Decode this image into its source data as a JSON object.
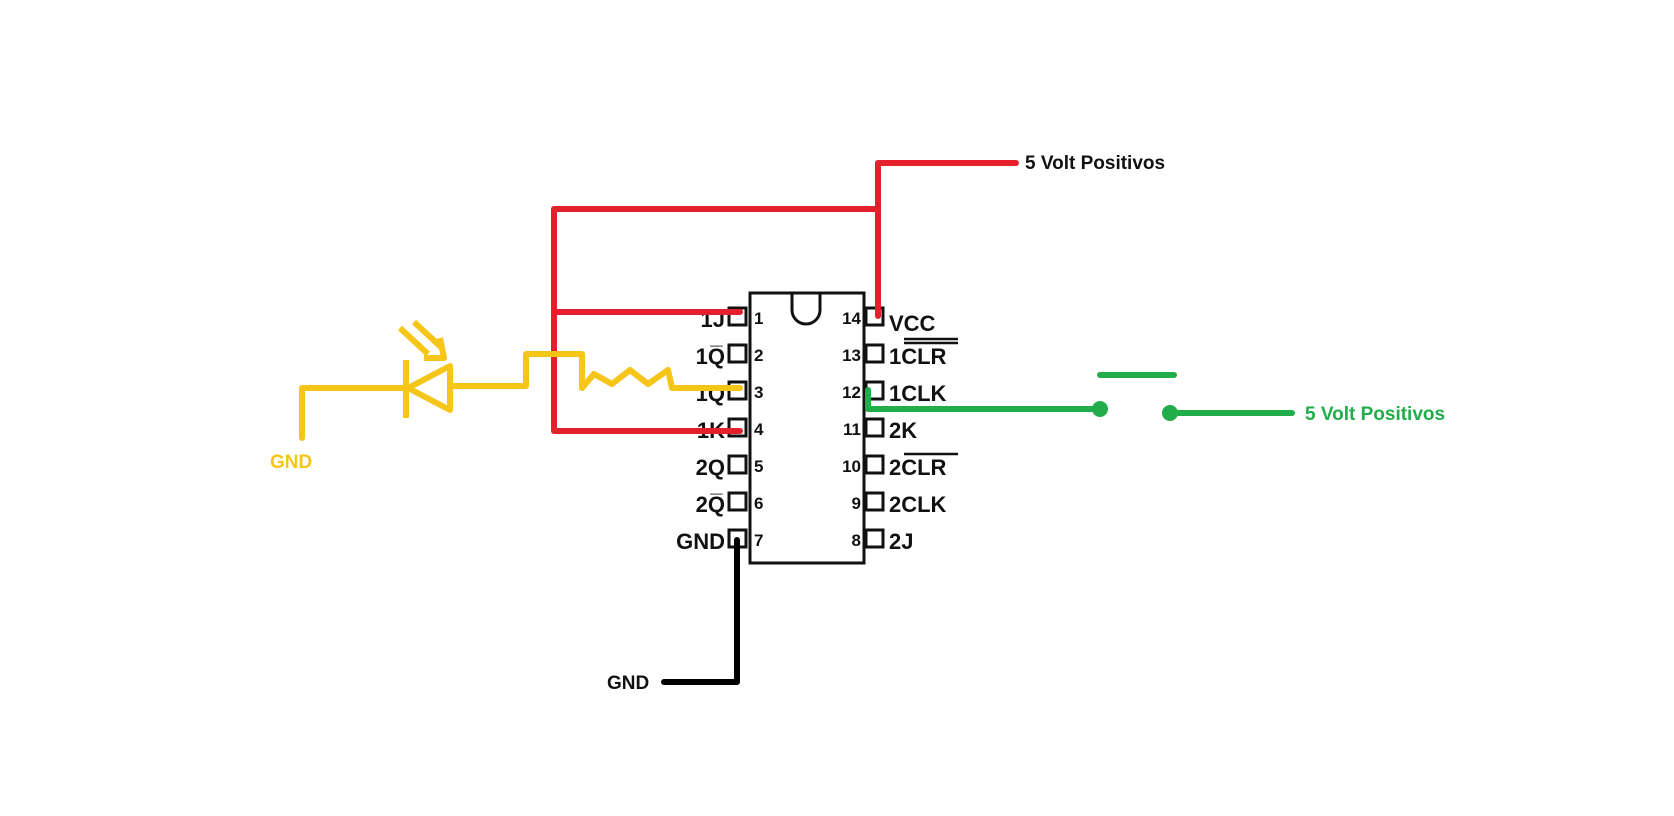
{
  "colors": {
    "vcc_wire": "#e3202b",
    "led_wire": "#f5c518",
    "switch_wire": "#22ad4b",
    "gnd_wire": "#000000",
    "ink": "#111111",
    "background": "#ffffff"
  },
  "labels": {
    "vcc_top": "5 Volt Positivos",
    "vcc_right": "5 Volt Positivos",
    "gnd_left": "GND",
    "gnd_bottom": "GND"
  },
  "chip": {
    "left_pins": [
      {
        "num": "1",
        "name": "1J"
      },
      {
        "num": "2",
        "name": "1Q̅"
      },
      {
        "num": "3",
        "name": "1Q"
      },
      {
        "num": "4",
        "name": "1K"
      },
      {
        "num": "5",
        "name": "2Q"
      },
      {
        "num": "6",
        "name": "2Q̅"
      },
      {
        "num": "7",
        "name": "GND"
      }
    ],
    "right_pins": [
      {
        "num": "14",
        "name": "VCC"
      },
      {
        "num": "13",
        "name": "1CLR"
      },
      {
        "num": "12",
        "name": "1CLK"
      },
      {
        "num": "11",
        "name": "2K"
      },
      {
        "num": "10",
        "name": "2CLR"
      },
      {
        "num": "9",
        "name": "2CLK"
      },
      {
        "num": "8",
        "name": "2J"
      }
    ]
  },
  "icons": {
    "led": "led-icon",
    "resistor": "resistor-icon",
    "switch": "push-button-switch-icon",
    "chip": "ic-dip14-icon"
  }
}
